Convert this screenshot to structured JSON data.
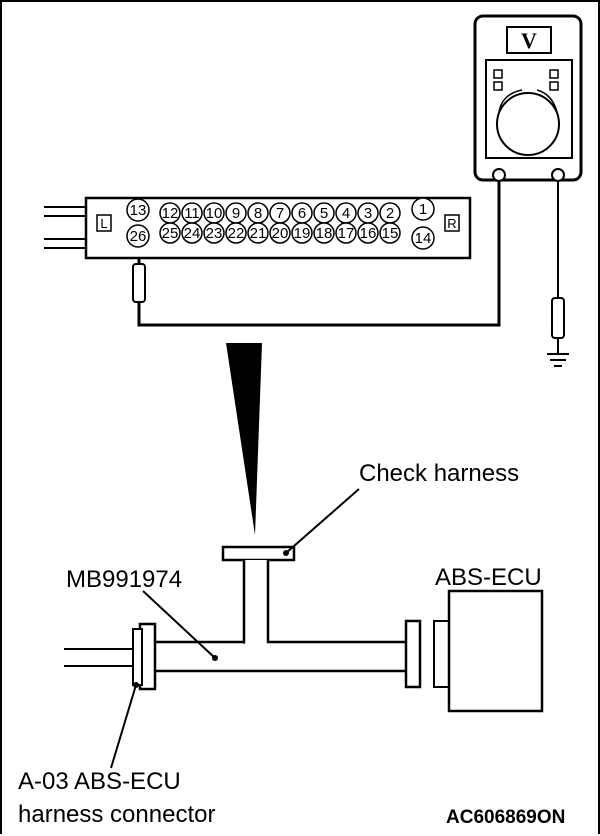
{
  "meter": {
    "mode": "V"
  },
  "check_harness_connector": {
    "side_left": "L",
    "side_right": "R",
    "upper_row": [
      "13",
      "12",
      "11",
      "10",
      "9",
      "8",
      "7",
      "6",
      "5",
      "4",
      "3",
      "2",
      "1"
    ],
    "lower_row": [
      "26",
      "25",
      "24",
      "23",
      "22",
      "21",
      "20",
      "19",
      "18",
      "17",
      "16",
      "15",
      "14"
    ]
  },
  "labels": {
    "check_harness": "Check harness",
    "tool": "MB991974",
    "ecu": "ABS-ECU",
    "connector_line1": "A-03 ABS-ECU",
    "connector_line2": "harness connector",
    "figure_code": "AC606869ON"
  }
}
